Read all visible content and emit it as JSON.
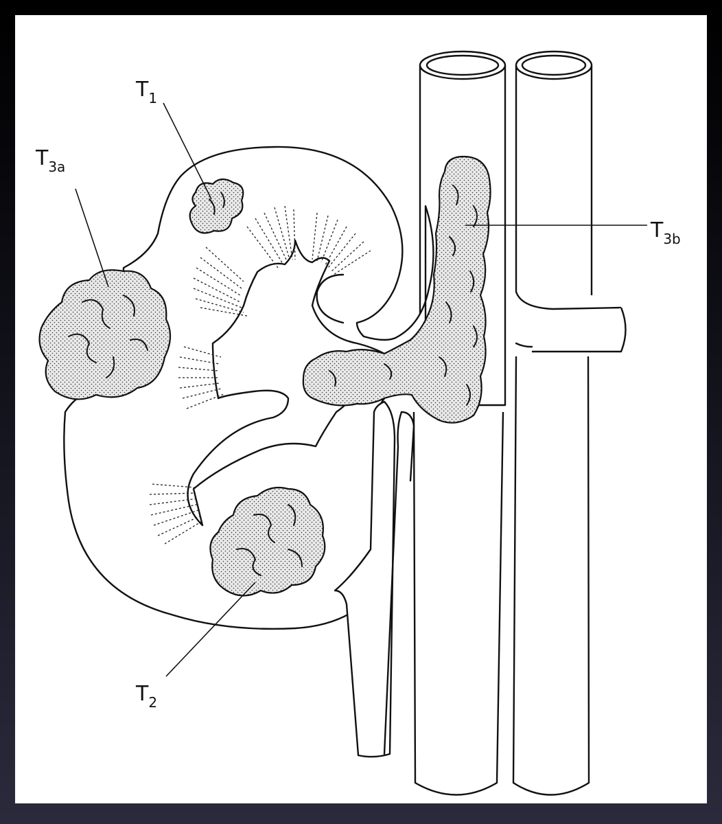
{
  "labels": {
    "t1": {
      "main": "T",
      "sub": "1"
    },
    "t2": {
      "main": "T",
      "sub": "2"
    },
    "t3a": {
      "main": "T",
      "sub": "3a"
    },
    "t3b": {
      "main": "T",
      "sub": "3b"
    }
  },
  "colors": {
    "background": "#ffffff",
    "line": "#111111",
    "tumor_fill": "#e9e9e9",
    "frame": "#000000"
  }
}
